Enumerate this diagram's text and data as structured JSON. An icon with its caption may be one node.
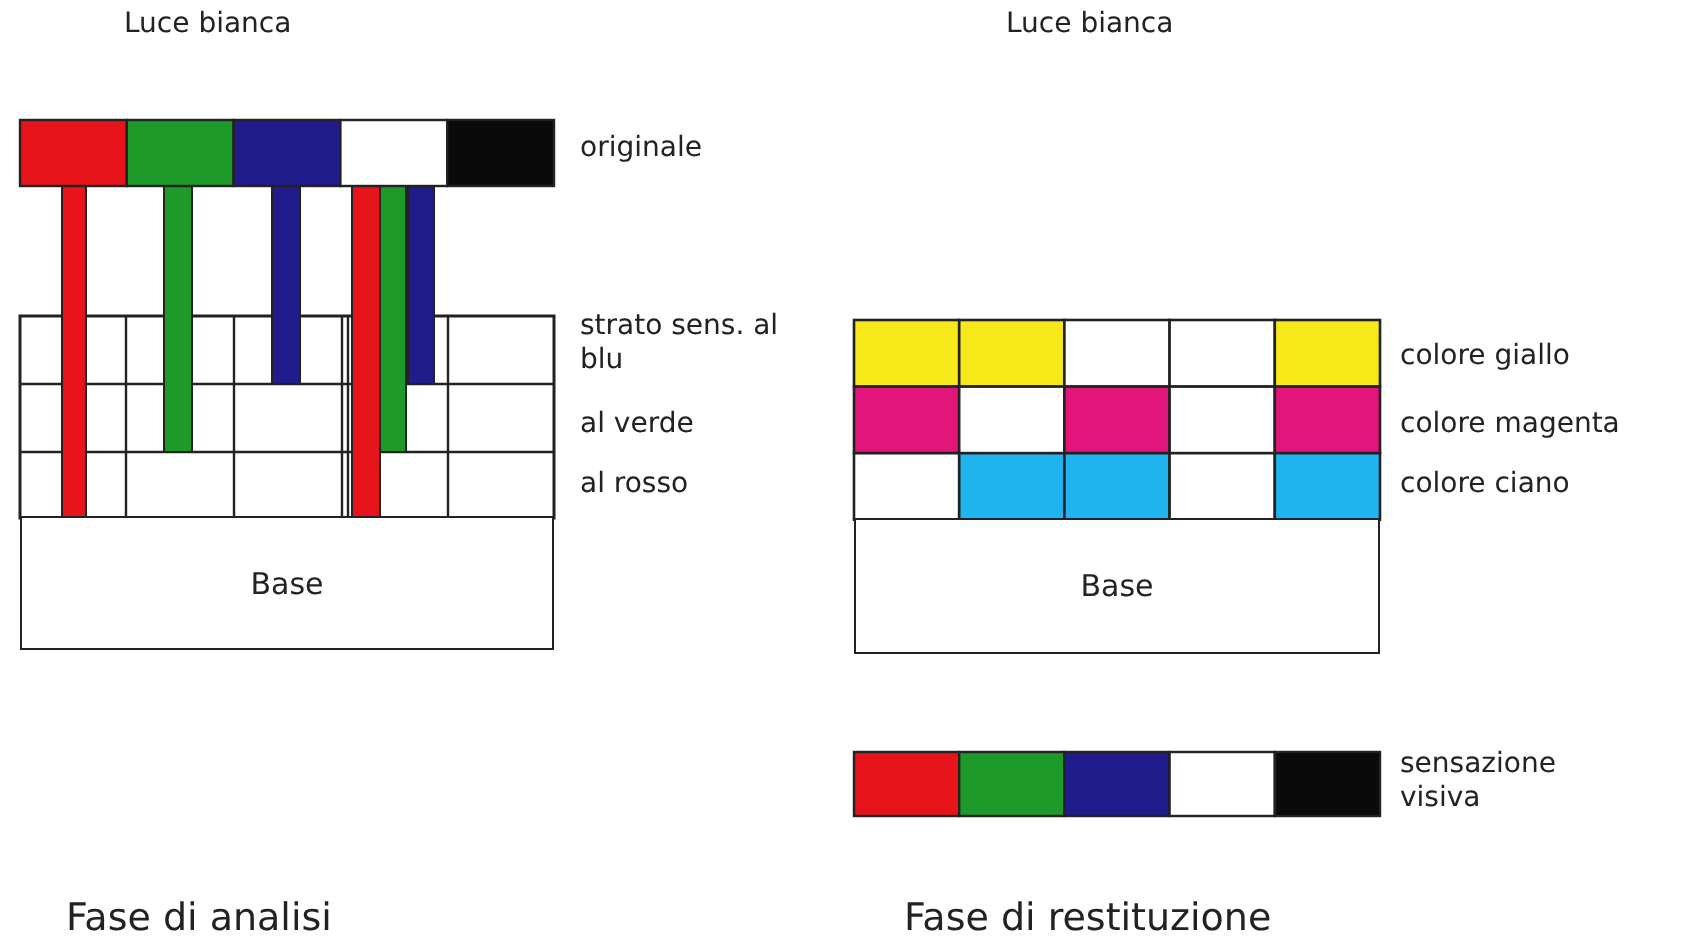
{
  "diagram": {
    "nodes": [
      {
        "text": [
          "Base"
        ]
      },
      {
        "text": [
          "Base"
        ]
      }
    ],
    "labels": [
      "Luce bianca",
      "Luce bianca",
      "originale",
      "strato sens. al blu",
      "al verde",
      "al rosso",
      "colore giallo",
      "colore magenta",
      "colore ciano",
      "sensazione visiva",
      "Fase di analisi",
      "Fase di restituzione"
    ]
  }
}
